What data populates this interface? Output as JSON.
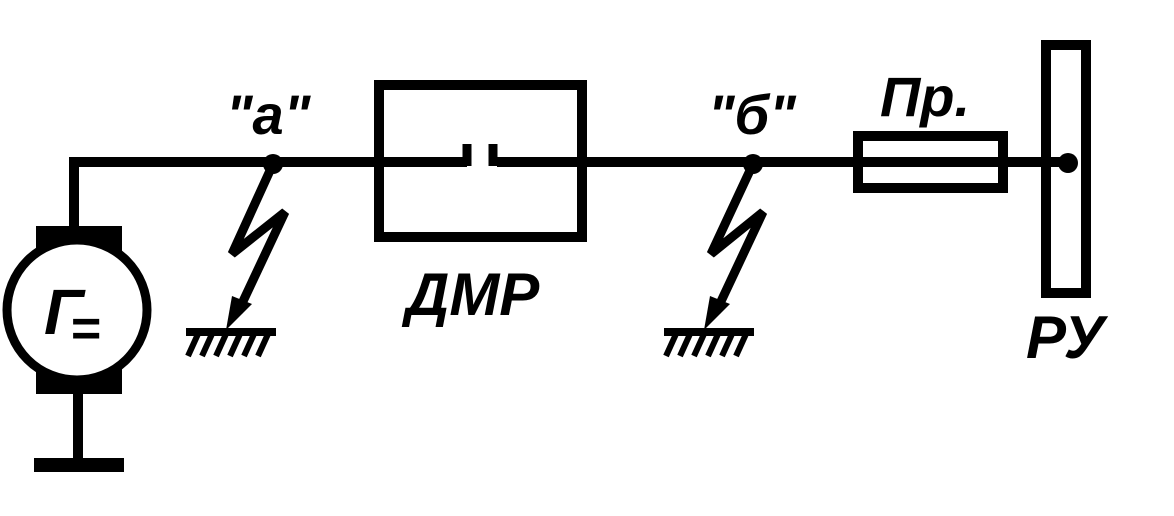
{
  "labels": {
    "generator_symbol": "Г",
    "generator_dc": "=",
    "point_a": "\"а\"",
    "point_b": "\"б\"",
    "dmr": "ДМР",
    "fuse": "Пр.",
    "switchgear": "РУ"
  },
  "colors": {
    "line": "#000000",
    "background": "#ffffff"
  }
}
